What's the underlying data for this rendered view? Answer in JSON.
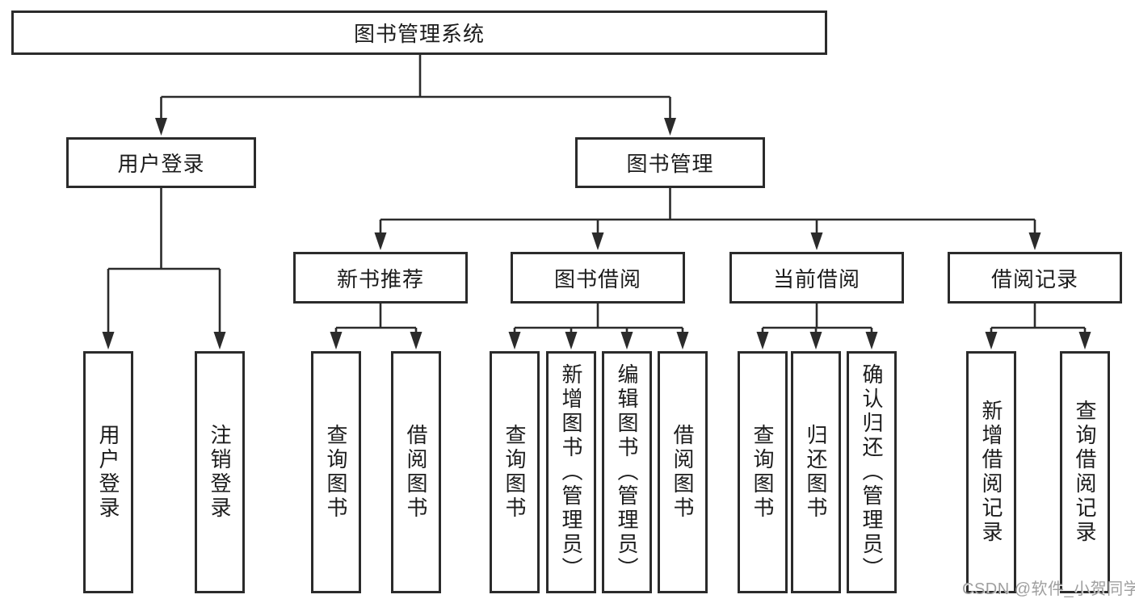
{
  "diagram": {
    "root": {
      "label": "图书管理系统"
    },
    "children": [
      {
        "label": "用户登录",
        "children": [
          {
            "label": "用户登录"
          },
          {
            "label": "注销登录"
          }
        ]
      },
      {
        "label": "图书管理",
        "children": [
          {
            "label": "新书推荐",
            "children": [
              {
                "label": "查询图书"
              },
              {
                "label": "借阅图书"
              }
            ]
          },
          {
            "label": "图书借阅",
            "children": [
              {
                "label": "查询图书"
              },
              {
                "label": "新增图书（管理员）"
              },
              {
                "label": "编辑图书（管理员）"
              },
              {
                "label": "借阅图书"
              }
            ]
          },
          {
            "label": "当前借阅",
            "children": [
              {
                "label": "查询图书"
              },
              {
                "label": "归还图书"
              },
              {
                "label": "确认归还（管理员）"
              }
            ]
          },
          {
            "label": "借阅记录",
            "children": [
              {
                "label": "新增借阅记录"
              },
              {
                "label": "查询借阅记录"
              }
            ]
          }
        ]
      }
    ]
  },
  "watermark": {
    "text": "CSDN @软件_小贺同学"
  },
  "colors": {
    "line": "#2b2b2b",
    "box_border": "#2b2b2b",
    "text": "#1c1c1c",
    "watermark": "#9f9f9f",
    "background": "#ffffff"
  }
}
